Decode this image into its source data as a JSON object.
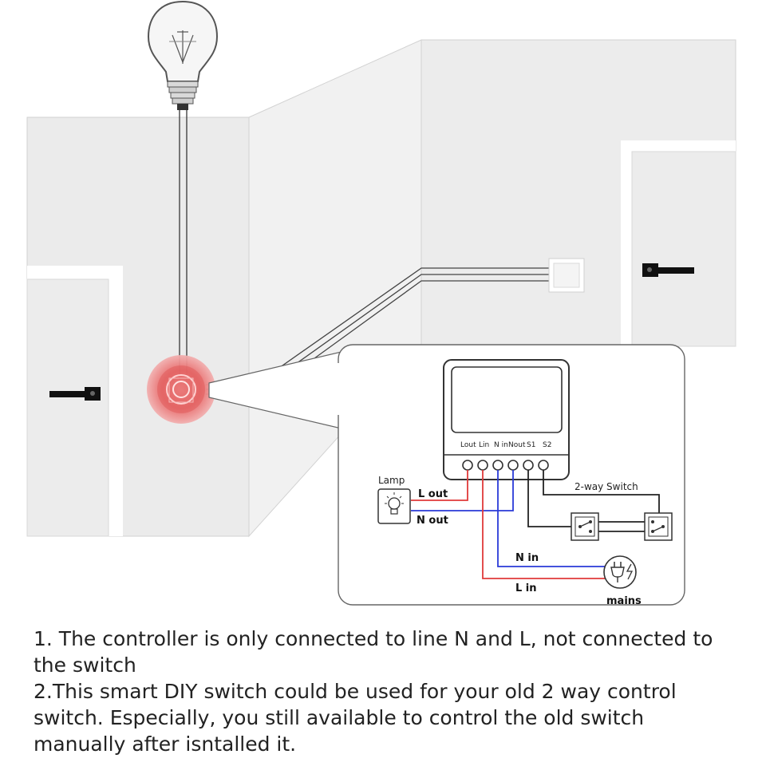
{
  "diagram": {
    "module": {
      "terminals": [
        "Lout",
        "Lin",
        "N in",
        "Nout",
        "S1",
        "S2"
      ]
    },
    "labels": {
      "lamp": "Lamp",
      "l_out": "L out",
      "n_out": "N out",
      "n_in": "N in",
      "l_in": "L in",
      "switch": "2-way Switch",
      "mains": "mains"
    },
    "colors": {
      "live": "#e03a3a",
      "neutral": "#2a3ad8",
      "switch_wire": "#222222",
      "highlight": "#e05a5a",
      "wall": "#ececec"
    },
    "icons": [
      "light-bulb-icon",
      "lamp-icon",
      "two-way-switch-icon",
      "mains-plug-icon",
      "door-handle-icon",
      "wall-switch-icon"
    ]
  },
  "notes": [
    "1. The controller is only connected to line N and L, not connected to the switch",
    "2.This smart DIY switch could be used for your old 2 way control switch. Especially, you still available to control the old switch manually after isntalled it."
  ]
}
